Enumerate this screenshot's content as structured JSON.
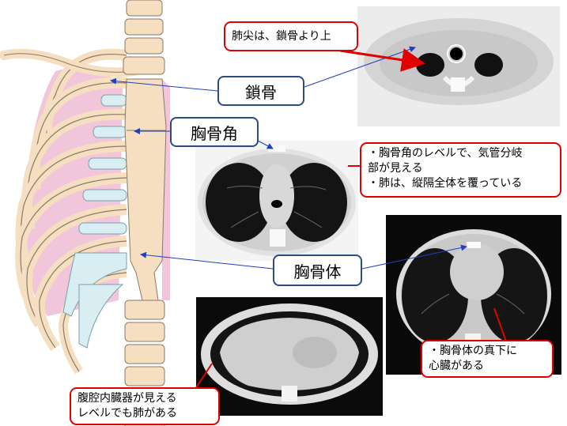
{
  "labels": {
    "clavicle": "鎖骨",
    "sternal_angle": "胸骨角",
    "sternum_body": "胸骨体"
  },
  "callouts": {
    "apex": "肺尖は、鎖骨より上",
    "angle_line1": "・胸骨角のレベルで、気管分岐",
    "angle_line2": "部が見える",
    "angle_line3": "・肺は、縦隔全体を覆っている",
    "heart_line1": "・胸骨体の真下に",
    "heart_line2": "心臓がある",
    "abdomen_line1": "腹腔内臓器が見える",
    "abdomen_line2": "レベルでも肺がある"
  },
  "colors": {
    "lung_pink": "#f2c6da",
    "bone": "#f5dfc0",
    "cartilage": "#d8eef2",
    "box_border": "#2b4c7e",
    "callout_border": "#e00000",
    "arrow_blue": "#1f3fbf"
  }
}
